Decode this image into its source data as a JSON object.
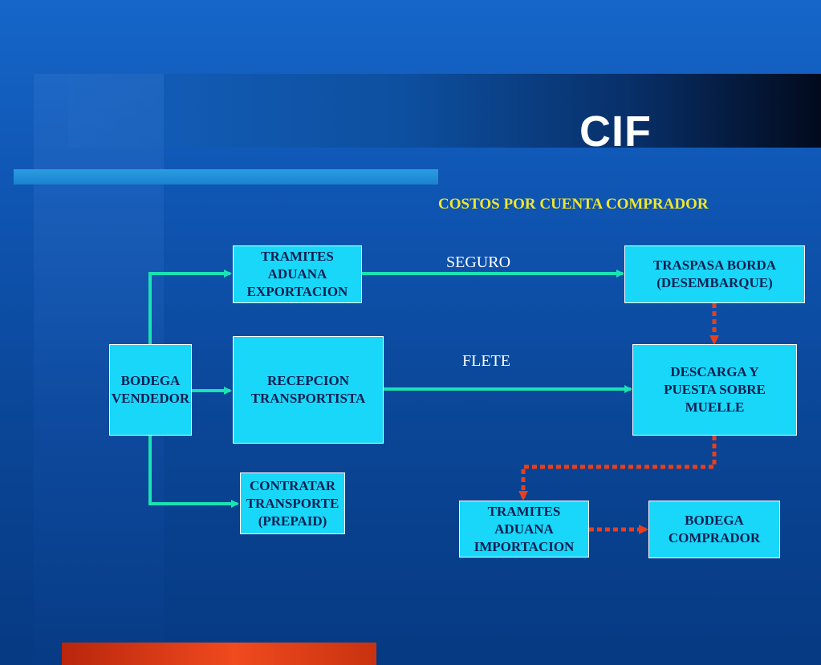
{
  "title": "CIF",
  "subtitle": "COSTOS POR CUENTA COMPRADOR",
  "nodes": {
    "bodega_vendedor": "BODEGA\nVENDEDOR",
    "tramites_exportacion": "TRAMITES\nADUANA\nEXPORTACION",
    "recepcion_transportista": "RECEPCION\nTRANSPORTISTA",
    "contratar_transporte": "CONTRATAR\nTRANSPORTE\n(PREPAID)",
    "traspasa_borda": "TRASPASA BORDA\n(DESEMBARQUE)",
    "descarga_muelle": "DESCARGA Y\nPUESTA SOBRE\nMUELLE",
    "tramites_importacion": "TRAMITES\nADUANA\nIMPORTACION",
    "bodega_comprador": "BODEGA\nCOMPRADOR"
  },
  "edge_labels": {
    "seguro": "SEGURO",
    "flete": "FLETE"
  },
  "colors": {
    "box_fill": "#19d7f8",
    "seller_arrow": "#19e3b4",
    "buyer_arrow": "#e8401c",
    "subtitle": "#f0e62b"
  }
}
